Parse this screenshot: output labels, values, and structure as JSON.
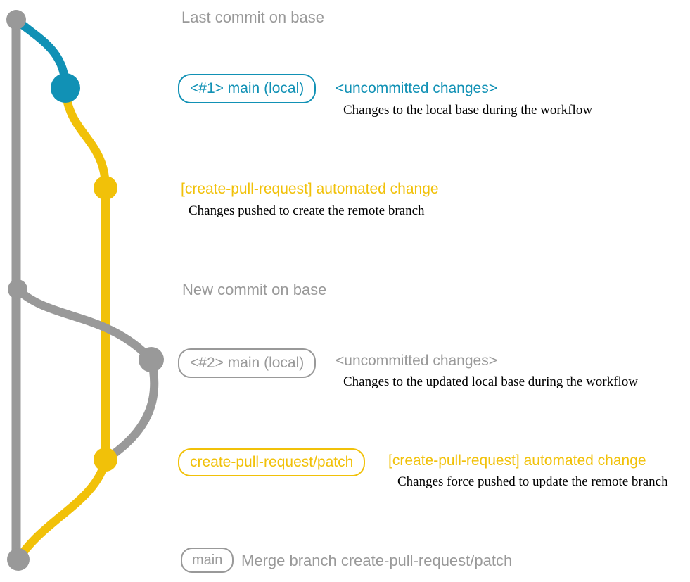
{
  "colors": {
    "gray": "#999999",
    "teal": "#1191b5",
    "yellow": "#f1c109",
    "text": "#000000"
  },
  "graph": {
    "base_branch_color_name": "gray",
    "local_branch_color_name": "teal",
    "patch_branch_color_name": "yellow",
    "commit_count": 7
  },
  "rows": {
    "last_commit": {
      "label": "Last commit on base"
    },
    "uncommitted1": {
      "badge": "<#1> main (local)",
      "title": "<uncommitted changes>",
      "desc": "Changes to the local base during the workflow"
    },
    "push1": {
      "title": "[create-pull-request] automated change",
      "desc": "Changes pushed to create the remote branch"
    },
    "new_commit": {
      "label": "New commit on base"
    },
    "uncommitted2": {
      "badge": "<#2> main (local)",
      "title": "<uncommitted changes>",
      "desc": "Changes to the updated local base during the workflow"
    },
    "push2": {
      "badge": "create-pull-request/patch",
      "title": "[create-pull-request] automated change",
      "desc": "Changes force pushed to update the remote branch"
    },
    "merge": {
      "badge": "main",
      "label": "Merge branch create-pull-request/patch"
    }
  }
}
